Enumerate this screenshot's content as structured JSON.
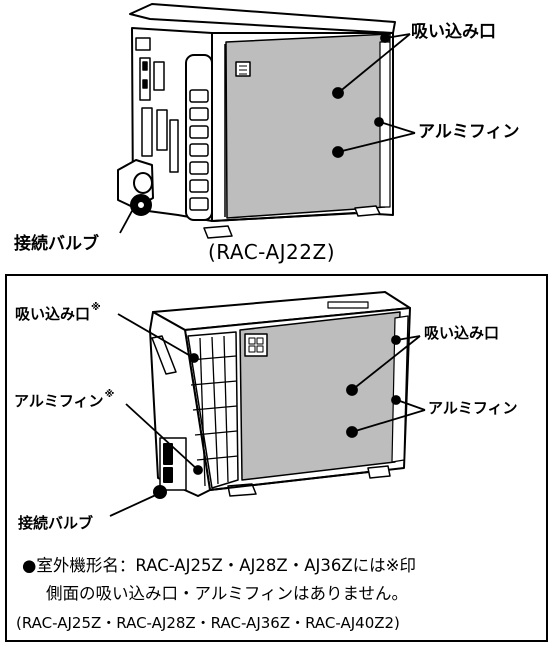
{
  "top_figure": {
    "labels": {
      "intake": "吸い込み口",
      "fin": "アルミフィン",
      "valve": "接続バルブ"
    },
    "model": "(RAC-AJ22Z)"
  },
  "bottom_figure": {
    "labels": {
      "intake_side": "吸い込み口",
      "fin_side": "アルミフィン",
      "intake_back": "吸い込み口",
      "fin_back": "アルミフィン",
      "valve": "接続バルブ"
    },
    "note_mark": "※",
    "note_line1": "●室外機形名：RAC-AJ25Z・AJ28Z・AJ36Zには※印",
    "note_line2": "側面の吸い込み口・アルミフィンはありません。",
    "models": "(RAC-AJ25Z・RAC-AJ28Z・RAC-AJ36Z・RAC-AJ40Z2)"
  },
  "colors": {
    "panel": "#bdbdbd",
    "panel_dark": "#9a9a9a",
    "outline": "#000000",
    "background": "#ffffff"
  }
}
